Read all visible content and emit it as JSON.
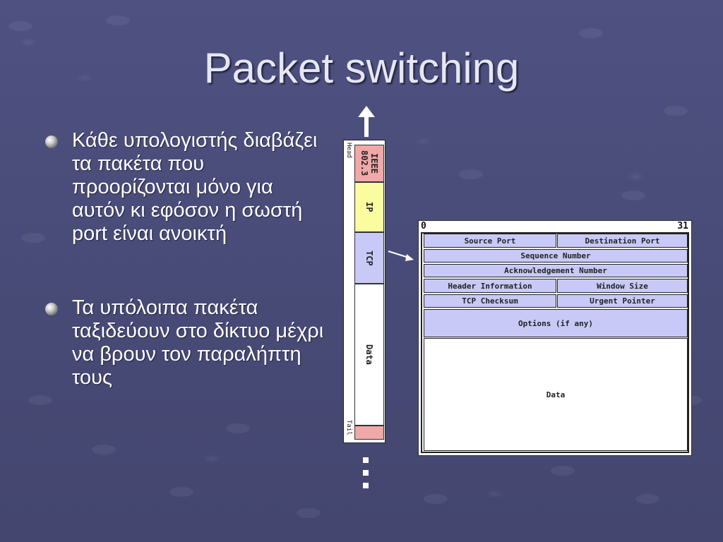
{
  "slide": {
    "title": "Packet switching",
    "bullets": [
      "Κάθε υπολογιστής διαβάζει τα πακέτα που προορίζονται μόνο για αυτόν κι εφόσον η σωστή port είναι ανοικτή",
      "Τα υπόλοιπα πακέτα ταξιδεύουν στο δίκτυο μέχρι να βρουν τον παραλήπτη τους"
    ]
  },
  "packet": {
    "head_label": "Head",
    "tail_label": "Tail",
    "segments": [
      {
        "label": "IEEE\n802.3",
        "color": "#f0a8a8"
      },
      {
        "label": "IP",
        "color": "#fbfba0"
      },
      {
        "label": "TCP",
        "color": "#c9c9f7"
      },
      {
        "label": "Data",
        "color": "#ffffff"
      },
      {
        "label": "",
        "color": "#f0a8a8"
      }
    ],
    "continuation": "..."
  },
  "tcp_header": {
    "bit_start": "0",
    "bit_end": "31",
    "fields": {
      "source_port": "Source Port",
      "destination_port": "Destination Port",
      "sequence_number": "Sequence Number",
      "acknowledgement_number": "Acknowledgement Number",
      "header_information": "Header Information",
      "window_size": "Window Size",
      "tcp_checksum": "TCP Checksum",
      "urgent_pointer": "Urgent Pointer",
      "options": "Options (if any)",
      "data": "Data"
    },
    "field_color": "#c9c9f7"
  },
  "colors": {
    "background": "#4a4c78",
    "title": "#e6e6f4",
    "text": "#ffffff"
  },
  "icons": {
    "bullet": "sphere-bullet-icon",
    "up": "arrow-up-icon",
    "right": "arrow-right-icon"
  }
}
